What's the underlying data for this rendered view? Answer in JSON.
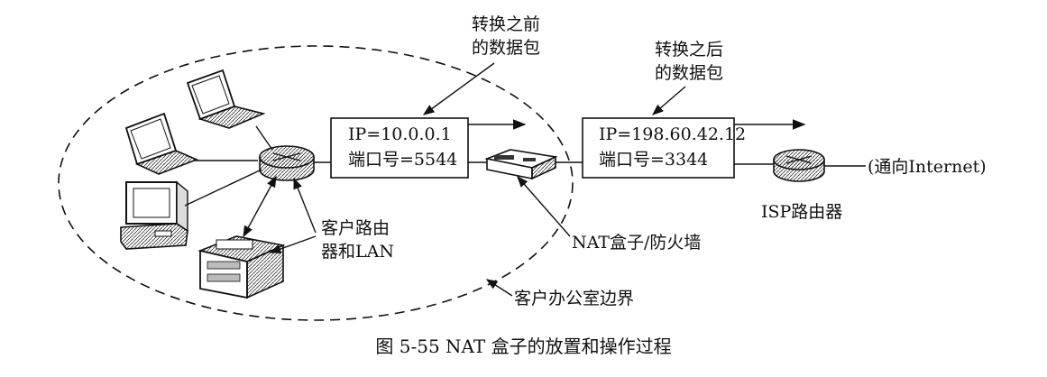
{
  "labels": {
    "before_line1": "转换之前",
    "before_line2": "的数据包",
    "after_line1": "转换之后",
    "after_line2": "的数据包",
    "customer_router_line1": "客户路由",
    "customer_router_line2": "器和LAN",
    "nat_box": "NAT盒子/防火墙",
    "office_boundary": "客户办公室边界",
    "isp_router": "ISP路由器",
    "internet": "(通向Internet)"
  },
  "packet_before": {
    "ip": "IP=10.0.0.1",
    "port": "端口号=5544"
  },
  "packet_after": {
    "ip": "IP=198.60.42.12",
    "port": "端口号=3344"
  },
  "caption": "图 5-55    NAT 盒子的放置和操作过程"
}
